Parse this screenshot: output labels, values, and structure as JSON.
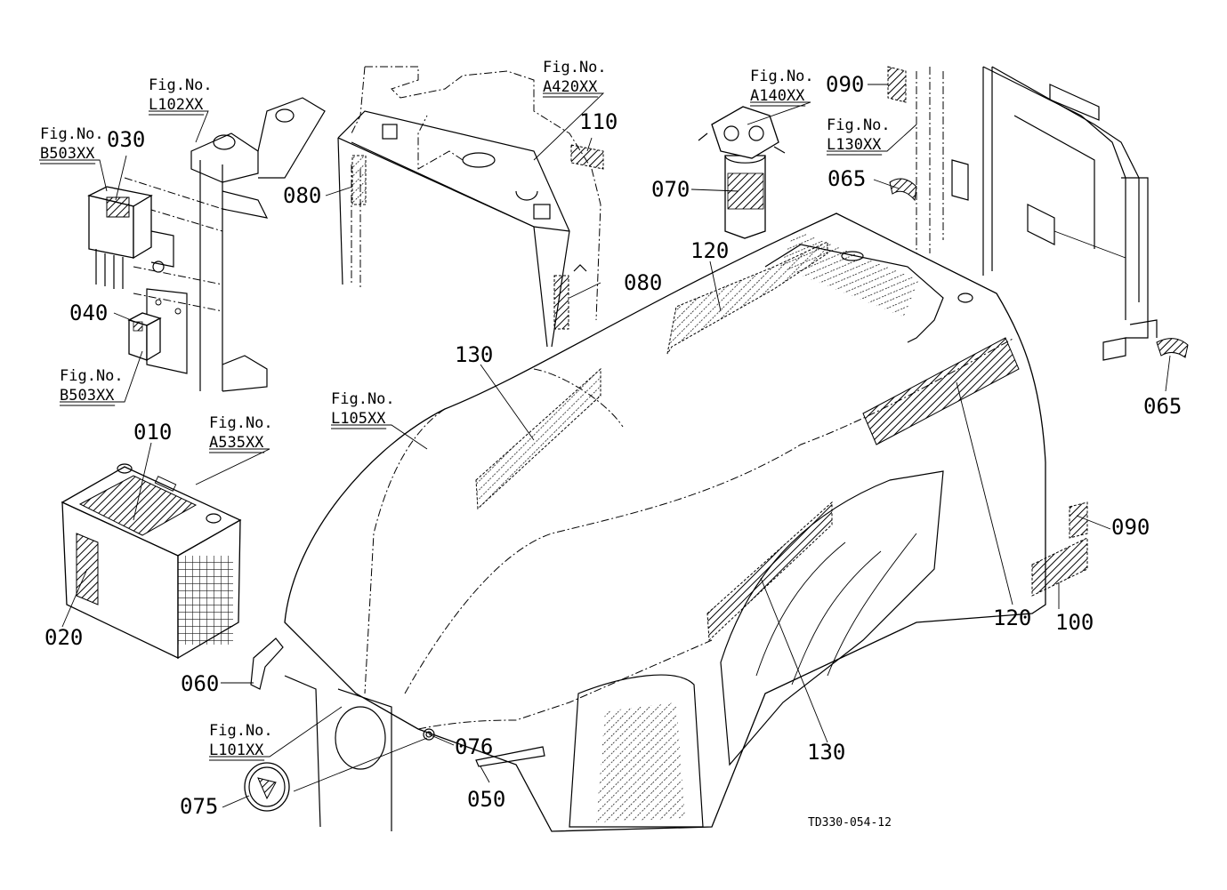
{
  "figure_refs": {
    "fig_l102": {
      "label": "Fig.No.",
      "code": "L102XX"
    },
    "fig_b503_top": {
      "label": "Fig.No.",
      "code": "B503XX"
    },
    "fig_b503_bottom": {
      "label": "Fig.No.",
      "code": "B503XX"
    },
    "fig_a420": {
      "label": "Fig.No.",
      "code": "A420XX"
    },
    "fig_a140": {
      "label": "Fig.No.",
      "code": "A140XX"
    },
    "fig_l130": {
      "label": "Fig.No.",
      "code": "L130XX"
    },
    "fig_a535": {
      "label": "Fig.No.",
      "code": "A535XX"
    },
    "fig_l105": {
      "label": "Fig.No.",
      "code": "L105XX"
    },
    "fig_l101": {
      "label": "Fig.No.",
      "code": "L101XX"
    }
  },
  "callouts": {
    "c010": "010",
    "c020": "020",
    "c030": "030",
    "c040": "040",
    "c050": "050",
    "c060": "060",
    "c065_a": "065",
    "c065_b": "065",
    "c070": "070",
    "c075": "075",
    "c076": "076",
    "c080_a": "080",
    "c080_b": "080",
    "c090_a": "090",
    "c090_b": "090",
    "c100": "100",
    "c110": "110",
    "c120_a": "120",
    "c120_b": "120",
    "c130_a": "130",
    "c130_b": "130"
  },
  "drawing_code": "TD330-054-12"
}
